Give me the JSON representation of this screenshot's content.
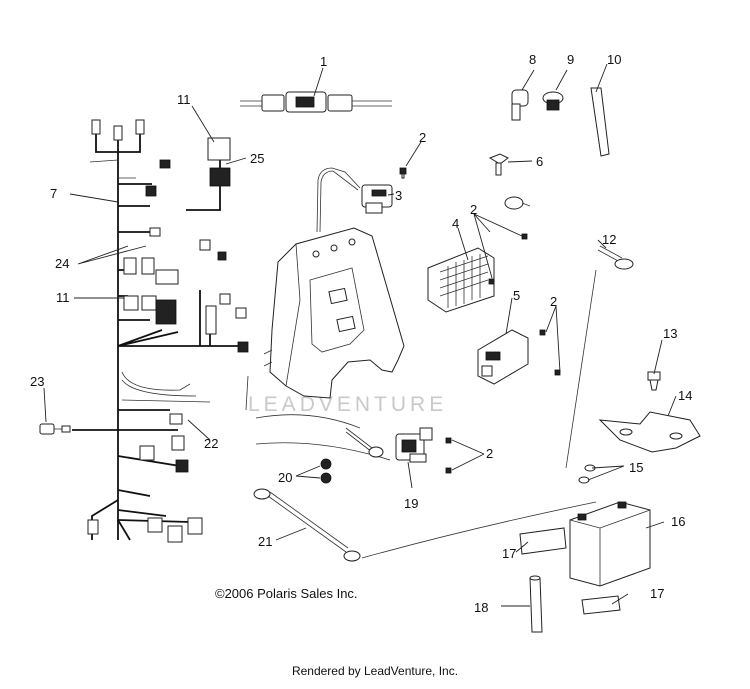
{
  "diagram": {
    "labels": [
      "1",
      "2",
      "3",
      "4",
      "5",
      "6",
      "7",
      "8",
      "9",
      "10",
      "11",
      "12",
      "13",
      "14",
      "15",
      "16",
      "17",
      "18",
      "19",
      "20",
      "21",
      "22",
      "23",
      "24",
      "25"
    ],
    "callouts": {
      "c1": "1",
      "c2a": "2",
      "c2b": "2",
      "c2c": "2",
      "c2d": "2",
      "c3": "3",
      "c4": "4",
      "c5": "5",
      "c6": "6",
      "c7": "7",
      "c8": "8",
      "c9": "9",
      "c10": "10",
      "c11a": "11",
      "c11b": "11",
      "c12": "12",
      "c13": "13",
      "c14": "14",
      "c15": "15",
      "c16": "16",
      "c17a": "17",
      "c17b": "17",
      "c18": "18",
      "c19": "19",
      "c20": "20",
      "c21": "21",
      "c22": "22",
      "c23": "23",
      "c24": "24",
      "c25": "25"
    },
    "watermark": "LEADVENTURE",
    "copyright": "©2006 Polaris Sales Inc.",
    "rendered_by": "Rendered by LeadVenture, Inc."
  }
}
